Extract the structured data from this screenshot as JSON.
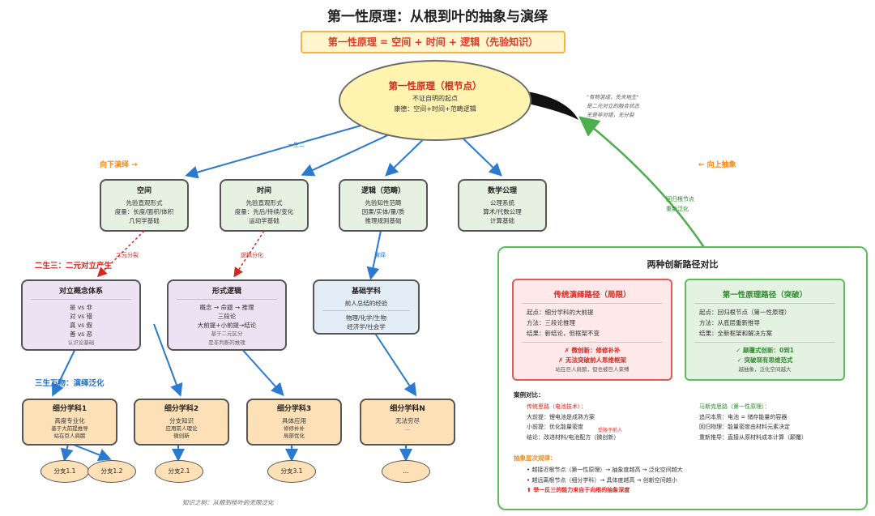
{
  "title": "第一性原理：从根到叶的抽象与演绎",
  "banner": "第一性原理 = 空间 + 时间 + 逻辑（先验知识）",
  "root": {
    "title": "第一性原理（根节点）",
    "line1": "不证自明的起点",
    "line2": "康德：空间+时间+范畴逻辑"
  },
  "quote": [
    "\"有物混成，先天地生\"",
    "是二元对立的融合状态",
    "无是非对错，无分裂"
  ],
  "labels": {
    "down": "向下演绎 →",
    "up": "← 向上抽象",
    "yisheng_er": "一生二",
    "ersheng_san": "二生三：二元对立产生",
    "sansheng": "三生万物：演绎泛化",
    "split": "二元分裂",
    "logic_split": "逻辑分化",
    "deduce": "演绎",
    "return": "回归根节点",
    "reinnovate": "重新泛化",
    "limited": "受限于前人",
    "caption": "知识之树：从根到枝叶的无限泛化"
  },
  "level1": [
    {
      "title": "空间",
      "lines": [
        "先验直观形式",
        "度量：长度/面积/体积",
        "几何学基础"
      ]
    },
    {
      "title": "时间",
      "lines": [
        "先验直观形式",
        "度量：先后/持续/变化",
        "运动学基础"
      ]
    },
    {
      "title": "逻辑（范畴）",
      "lines": [
        "先验知性范畴",
        "因果/实体/量/质",
        "推理规则基础"
      ]
    },
    {
      "title": "数学公理",
      "lines": [
        "公理系统",
        "算术/代数公理",
        "计算基础"
      ]
    }
  ],
  "level2": {
    "opposition": {
      "title": "对立概念体系",
      "lines": [
        "是 vs 非",
        "对 vs 错",
        "真 vs 假",
        "善 vs 恶"
      ],
      "note": "认识论基础"
    },
    "formal_logic": {
      "title": "形式逻辑",
      "lines": [
        "概念 → 命题 → 推理",
        "三段论",
        "大前提+小前提→结论"
      ],
      "note1": "基于二元区分",
      "note2": "是非判断的推理"
    },
    "basic": {
      "title": "基础学科",
      "sub": "前人总结的经验",
      "lines": [
        "物理/化学/生物",
        "经济学/社会学"
      ]
    }
  },
  "level3": [
    {
      "title": "细分学科1",
      "sub": "高度专业化",
      "note1": "基于大前提推导",
      "note2": "站在巨人肩膀"
    },
    {
      "title": "细分学科2",
      "sub": "分支知识",
      "note1": "应用前人理论",
      "note2": "微创新"
    },
    {
      "title": "细分学科3",
      "sub": "具体应用",
      "note1": "修修补补",
      "note2": "局部优化"
    },
    {
      "title": "细分学科N",
      "sub": "无法穷尽",
      "note1": "...",
      "note2": ""
    }
  ],
  "leaves": [
    "分支1.1",
    "分支1.2",
    "分支2.1",
    "分支3.1",
    "..."
  ],
  "panel": {
    "title": "两种创新路径对比",
    "traditional": {
      "title": "传统演绎路径（局限）",
      "lines": [
        "起点：细分学科的大前提",
        "方法：三段论推理",
        "结果：新结论，但框架不变"
      ],
      "em1": "✗ 微创新：修修补补",
      "em2": "✗ 无法突破前人思维框架",
      "note": "站在巨人肩膀，但也被巨人束缚"
    },
    "first_principle": {
      "title": "第一性原理路径（突破）",
      "lines": [
        "起点：回归根节点（第一性原理）",
        "方法：从底层重新推导",
        "结果：全新框架和解决方案"
      ],
      "em1": "✓ 颠覆式创新：0到1",
      "em2": "✓ 突破现有思维范式",
      "note": "越抽象，泛化空间越大"
    },
    "case_title": "案例对比：",
    "case_left": {
      "title": "传统思路（电池技术）：",
      "lines": [
        "大前提：锂电池是成熟方案",
        "小前提：优化能量密度",
        "结论：改进材料/电池配方（微创新）"
      ]
    },
    "case_right": {
      "title": "马斯克思路（第一性原理）：",
      "lines": [
        "追问本质：电池 = 储存能量的容器",
        "回归物理：能量密度由材料元素决定",
        "重新推导：直接从原材料成本计算（颠覆）"
      ]
    },
    "level_title": "抽象层次规律：",
    "level_lines": [
      "• 越接近根节点（第一性原理）→ 抽象度越高 → 泛化空间越大",
      "• 越远离根节点（细分学科）→ 具体度越高 → 创新空间越小"
    ],
    "level_em": "⬆ 举一反三的能力来自于向根的抽象深度"
  },
  "colors": {
    "accent_red": "#d7261d",
    "accent_green": "#4cae4c",
    "accent_blue": "#2a7ad0",
    "accent_orange": "#f08a1c"
  }
}
